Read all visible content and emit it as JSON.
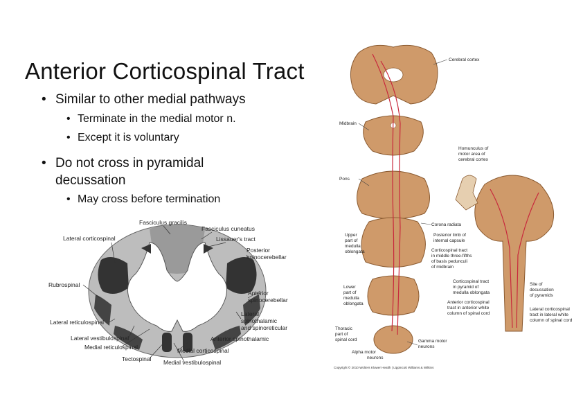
{
  "slide": {
    "title": "Anterior Corticospinal Tract",
    "bullets": [
      {
        "text": "Similar to other medial pathways",
        "sub": [
          "Terminate in the medial motor n.",
          "Except it is voluntary"
        ]
      },
      {
        "text_line1": "Do not cross in pyramidal",
        "text_line2": "decussation",
        "sub": [
          "May cross before termination"
        ]
      }
    ]
  },
  "cross_section": {
    "labels": {
      "fasciculus_gracilis": "Fasciculus gracilis",
      "fasciculus_cuneatus": "Fasciculus cuneatus",
      "lateral_corticospinal": "Lateral corticospinal",
      "lissauers_tract": "Lissauer's tract",
      "posterior_spinocerebellar_1": "Posterior",
      "posterior_spinocerebellar_2": "spinocerebellar",
      "rubrospinal": "Rubrospinal",
      "anterior_spinocerebellar_1": "Anterior",
      "anterior_spinocerebellar_2": "spinocerebellar",
      "lateral_reticulospinal": "Lateral reticulospinal",
      "lateral_spinothalamic_1": "Lateral",
      "lateral_spinothalamic_2": "spinothalamic",
      "lateral_spinothalamic_3": "and spinoreticular",
      "lateral_vestibulospinal": "Lateral vestibulospinal",
      "anterior_spinothalamic": "Anterior spinothalamic",
      "medial_reticulospinal": "Medial reticulospinal",
      "medial_corticospinal": "Medial corticospinal",
      "tectospinal": "Tectospinal",
      "medial_vestibulospinal": "Medial vestibulospinal"
    }
  },
  "pathway": {
    "labels": {
      "cerebral_cortex": "Cerebral cortex",
      "midbrain": "Midbrain",
      "homunculus_1": "Homunculus of",
      "homunculus_2": "motor area of",
      "homunculus_3": "cerebral cortex",
      "pons": "Pons",
      "corona_radiata": "Corona radiata",
      "upper_medulla_1": "Upper",
      "upper_medulla_2": "part of",
      "upper_medulla_3": "medulla",
      "upper_medulla_4": "oblongata",
      "posterior_limb_1": "Posterior limb of",
      "posterior_limb_2": "internal capsule",
      "cs_middle_1": "Corticospinal tract",
      "cs_middle_2": "in middle three-fifths",
      "cs_middle_3": "of basis pedunculi",
      "cs_middle_4": "of midbrain",
      "lower_medulla_1": "Lower",
      "lower_medulla_2": "part of",
      "lower_medulla_3": "medulla",
      "lower_medulla_4": "oblongata",
      "cs_pyramid_1": "Corticospinal tract",
      "cs_pyramid_2": "in pyramid of",
      "cs_pyramid_3": "medulla oblongata",
      "site_1": "Site of",
      "site_2": "decussation",
      "site_3": "of pyramids",
      "anterior_cs_1": "Anterior corticospinal",
      "anterior_cs_2": "tract in anterior white",
      "anterior_cs_3": "column of spinal cord",
      "lateral_cs_1": "Lateral corticospinal",
      "lateral_cs_2": "tract in lateral white",
      "lateral_cs_3": "column of spinal cord",
      "thoracic_1": "Thoracic",
      "thoracic_2": "part of",
      "thoracic_3": "spinal cord",
      "gamma_1": "Gamma motor",
      "gamma_2": "neurons",
      "alpha_1": "Alpha motor",
      "alpha_2": "neurons",
      "copyright": "Copyright © 2010 Wolters Kluwer Health | Lippincott Williams & Wilkins"
    }
  },
  "colors": {
    "tissue": "#cf9a6a",
    "tissue_dark": "#b07548",
    "tract_red": "#c8283c",
    "grey_matter": "#ffffff",
    "white_matter": "#bdbdbd",
    "tract_dark": "#333333"
  }
}
